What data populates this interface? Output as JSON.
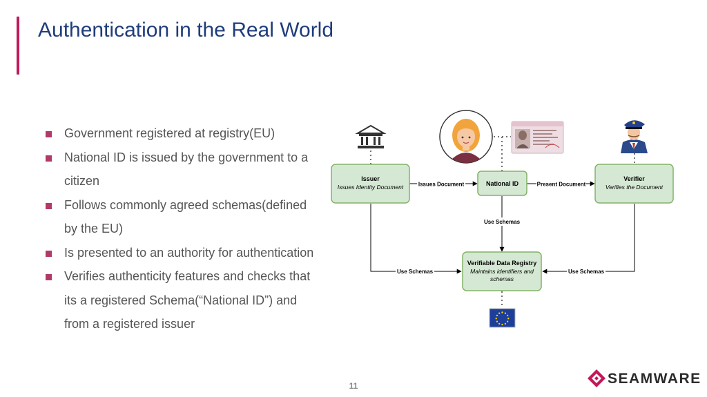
{
  "slide": {
    "title": "Authentication in the Real World",
    "page_number": "11",
    "bullets": [
      {
        "line1": "Government registered at registry(EU)"
      },
      {
        "line1": "National ID is issued by the government to a",
        "line2": "citizen"
      },
      {
        "line1": "Follows commonly agreed schemas(defined",
        "line2": "by the EU)"
      },
      {
        "line1": "Is presented to an authority for authentication"
      },
      {
        "line1": "Verifies authenticity features and checks that",
        "line2": "its a registered Schema(“National ID”) and",
        "line3": "from a registered issuer"
      }
    ]
  },
  "diagram": {
    "issuer": {
      "title": "Issuer",
      "subtitle": "Issues Identity Document"
    },
    "national_id": {
      "title": "National ID"
    },
    "verifier": {
      "title": "Verifier",
      "subtitle": "Verifies the Document"
    },
    "registry": {
      "title": "Verifiable Data Registry",
      "subtitle_line1": "Maintains identifiers and",
      "subtitle_line2": "schemas"
    },
    "edges": {
      "issues_document": "Issues Document",
      "present_document": "Present Document",
      "use_schemas_center": "Use Schemas",
      "use_schemas_left": "Use Schemas",
      "use_schemas_right": "Use Schemas"
    },
    "icons": [
      "government-building-icon",
      "citizen-avatar-icon",
      "id-card-icon",
      "police-officer-icon",
      "eu-flag-icon"
    ]
  },
  "logo": {
    "name": "SEAMWARE"
  },
  "colors": {
    "title": "#1f3d7a",
    "accent": "#c2185b",
    "bullet_marker": "#b03a6a",
    "node_fill": "#d5e8d4",
    "node_stroke": "#82b366",
    "body_text": "#555555"
  }
}
